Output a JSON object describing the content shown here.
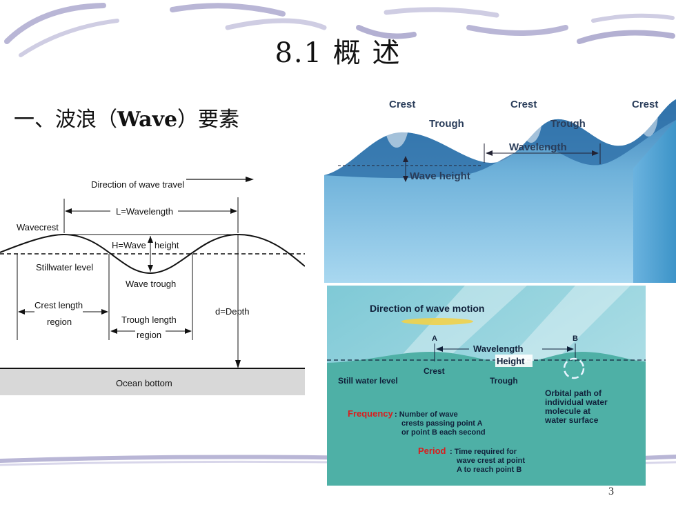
{
  "slide": {
    "title": "8.1  概    述",
    "subtitle_prefix": "一、波浪（",
    "subtitle_bold": "Wave",
    "subtitle_suffix": "）要素",
    "page_number": "3"
  },
  "diagram_left": {
    "direction": "Direction of wave travel",
    "wavelength": "L=Wavelength",
    "wavecrest": "Wavecrest",
    "height_a": "H=Wave",
    "height_b": "height",
    "stillwater": "Stillwater level",
    "trough": "Wave trough",
    "crest_region_a": "Crest length",
    "crest_region_b": "region",
    "trough_region_a": "Trough length",
    "trough_region_b": "region",
    "depth": "d=Depth",
    "bottom": "Ocean bottom"
  },
  "diagram_top_right": {
    "crest1": "Crest",
    "crest2": "Crest",
    "crest3": "Crest",
    "trough1": "Trough",
    "trough2": "Trough",
    "wavelength": "Wavelength",
    "wave_height": "Wave height"
  },
  "diagram_bottom_right": {
    "direction": "Direction of wave motion",
    "point_a": "A",
    "point_b": "B",
    "wavelength": "Wavelength",
    "height": "Height",
    "crest": "Crest",
    "still": "Still water level",
    "trough": "Trough",
    "orbital_1": "Orbital path of",
    "orbital_2": "individual water",
    "orbital_3": "molecule at",
    "orbital_4": "water surface",
    "frequency_term": "Frequency",
    "frequency_1": ": Number of wave",
    "frequency_2": "crests passing point A",
    "frequency_3": "or point B each second",
    "period_term": "Period",
    "period_1": ": Time required for",
    "period_2": "wave crest at point",
    "period_3": "A to reach point B"
  }
}
